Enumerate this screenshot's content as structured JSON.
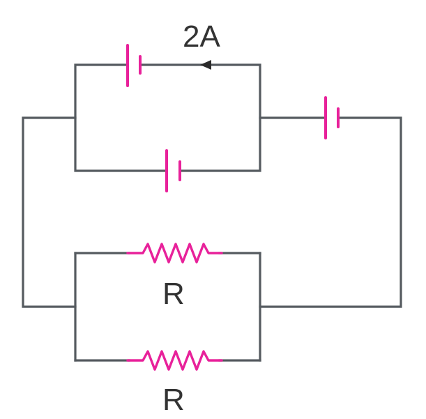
{
  "diagram": {
    "current_label": "2A",
    "resistor_labels": [
      "R",
      "R"
    ],
    "component_color": "#e8219a",
    "wire_color": "#555a5f",
    "arrow_direction": "left"
  }
}
